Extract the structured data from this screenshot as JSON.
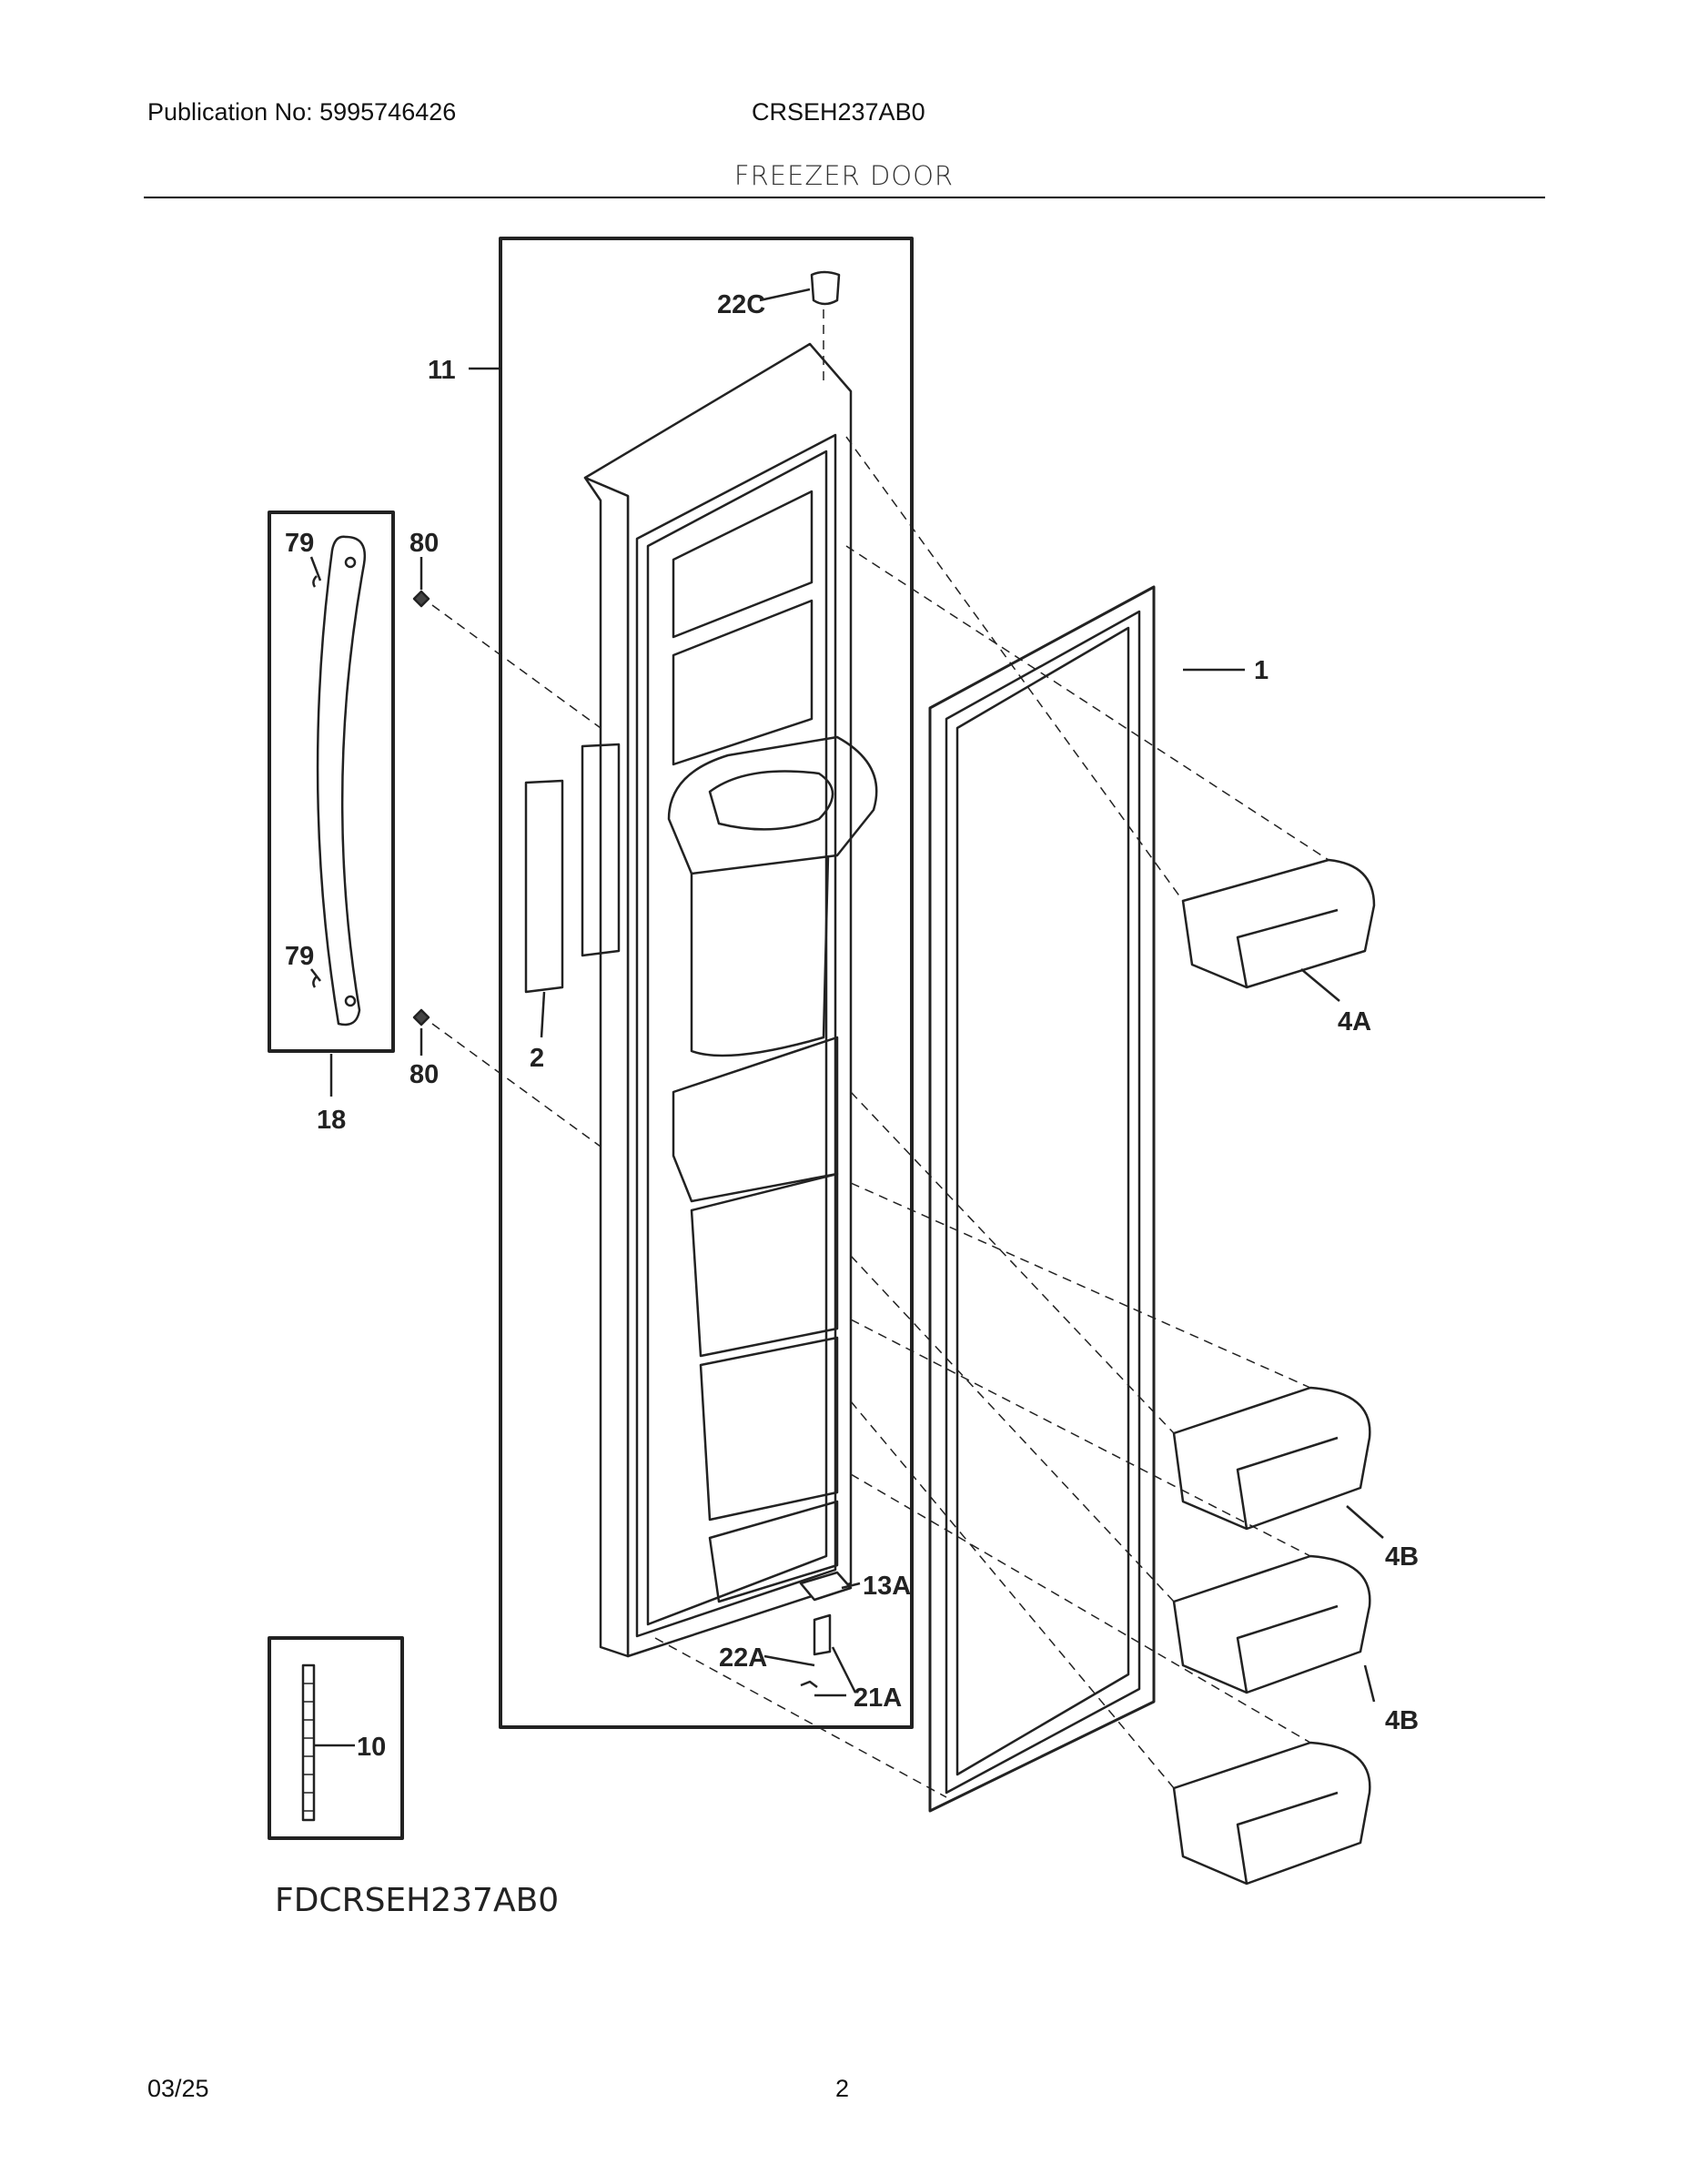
{
  "header": {
    "publication": "Publication No: 5995746426",
    "model": "CRSEH237AB0",
    "section_title": "FREEZER DOOR"
  },
  "diagram": {
    "callouts": [
      "22C",
      "11",
      "79",
      "80",
      "79",
      "80",
      "18",
      "2",
      "1",
      "4A",
      "13A",
      "22A",
      "21A",
      "4B",
      "4B",
      "10"
    ]
  },
  "figure_code": "FDCRSEH237AB0",
  "footer": {
    "date": "03/25",
    "page": "2"
  }
}
